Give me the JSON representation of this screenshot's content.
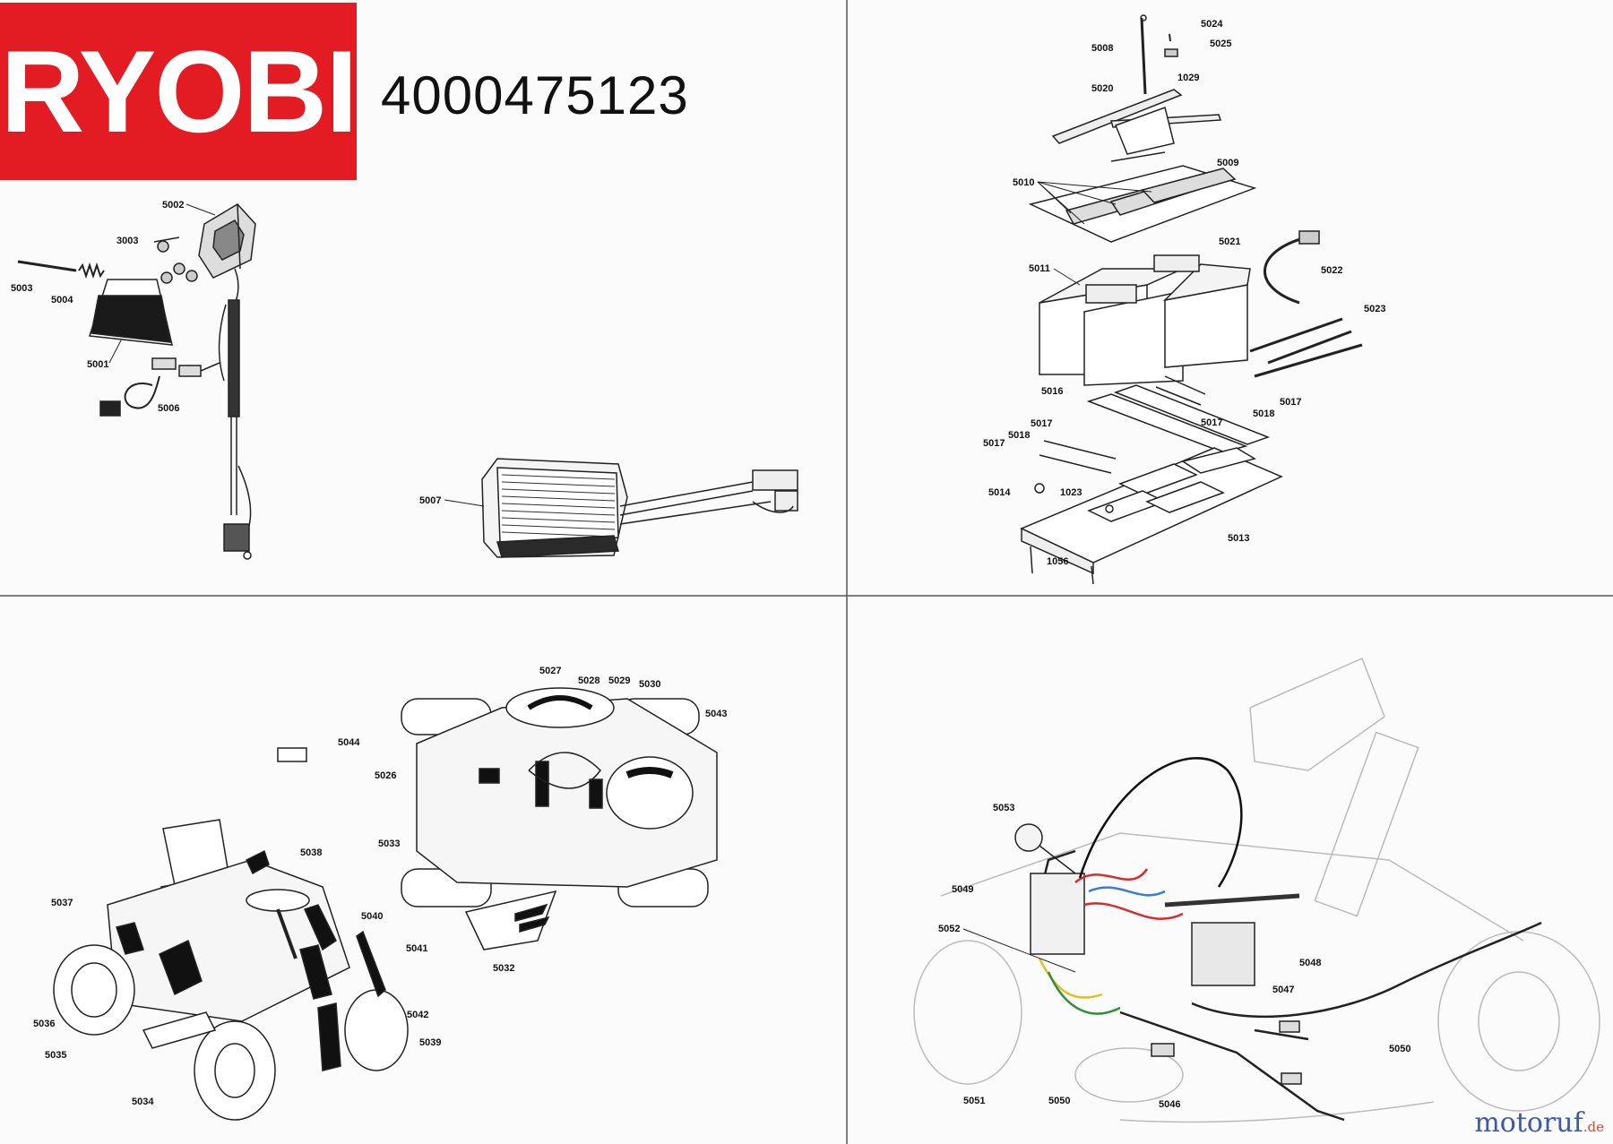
{
  "header": {
    "brand": "RYOBI",
    "model_number": "4000475123"
  },
  "watermark": {
    "text": "motoruf",
    "suffix": ".de"
  },
  "panels": {
    "top_left": {
      "parts": [
        "5002",
        "3003",
        "5003",
        "5004",
        "5001",
        "5006",
        "5007"
      ]
    },
    "top_right": {
      "parts": [
        "5024",
        "5008",
        "5025",
        "1029",
        "5020",
        "5009",
        "5010",
        "5021",
        "5011",
        "5022",
        "5023",
        "5016",
        "5017",
        "5018",
        "5017",
        "5017",
        "5018",
        "5017",
        "5014",
        "1023",
        "5013",
        "1056"
      ]
    },
    "bottom_left": {
      "parts": [
        "5027",
        "5028",
        "5029",
        "5030",
        "5043",
        "5044",
        "5026",
        "5033",
        "5038",
        "5037",
        "5040",
        "5041",
        "5032",
        "5036",
        "5042",
        "5035",
        "5039",
        "5034"
      ]
    },
    "bottom_right": {
      "parts": [
        "5053",
        "5049",
        "5052",
        "5048",
        "5047",
        "5050",
        "5051",
        "5050",
        "5046"
      ]
    }
  },
  "colors": {
    "brand_red": "#e31b23",
    "line": "#222222",
    "divider": "#555555",
    "wire_red": "#d92b2b",
    "wire_blue": "#3a7bd5",
    "wire_yellow": "#e0c020",
    "wire_green": "#2f8f3a"
  }
}
